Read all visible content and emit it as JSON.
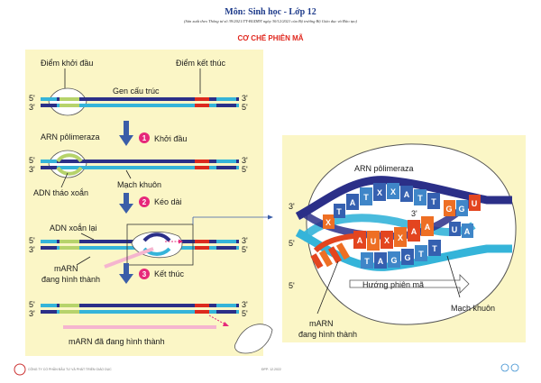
{
  "header": {
    "title": "Môn: Sinh học - Lớp 12",
    "subtitle": "(Sản xuất theo Thông tư số 39/2021/TT-BGDĐT ngày 30/12/2021 của Bộ trưởng Bộ Giáo dục và Đào tạo)",
    "section": "CƠ CHẾ PHIÊN MÃ"
  },
  "labels": {
    "start_point": "Điểm khởi đầu",
    "end_point": "Điểm kết thúc",
    "gene": "Gen cấu trúc",
    "rna_pol": "ARN pôlimeraza",
    "template": "Mạch khuôn",
    "dna_unwound": "ADN tháo xoắn",
    "dna_rewound": "ADN xoắn lại",
    "mrna_forming": [
      "mARN",
      "đang hình thành"
    ],
    "mrna_formed": "mARN đã đang hình thành"
  },
  "steps": [
    {
      "num": "1",
      "label": "Khởi đầu"
    },
    {
      "num": "2",
      "label": "Kéo dài"
    },
    {
      "num": "3",
      "label": "Kết thúc"
    }
  ],
  "strand_ends": {
    "five": "5'",
    "three": "3'"
  },
  "detail": {
    "rna_pol": "ARN pôlimeraza",
    "direction": "Hướng phiên mã",
    "template": "Mạch khuôn",
    "mrna": [
      "mARN",
      "đang hình thành"
    ],
    "top_bases": [
      "A",
      "T",
      "X",
      "X",
      "A",
      "T",
      "T"
    ],
    "mid_bases": [
      "A",
      "U",
      "X",
      "X",
      "A",
      "A"
    ],
    "bottom_bases": [
      "T",
      "A",
      "G",
      "G",
      "T",
      "T"
    ],
    "top_right_bases": [
      "G",
      "G",
      "U"
    ],
    "right_bases": [
      "U",
      "A"
    ],
    "left_bases": [
      "X",
      "T"
    ]
  },
  "footer": {
    "left": "CÔNG TY CỔ PHẦN ĐẦU TƯ VÀ PHÁT TRIỂN GIÁO DỤC",
    "center": "ĐPP: 12.2022"
  },
  "colors": {
    "panel": "#fbf6c6",
    "dna_blue": "#2b2f88",
    "dna_cyan": "#35b4d9",
    "start_green": "#b6d36b",
    "end_red": "#dc2a1e",
    "step_badge": "#e6287a",
    "mrna_pink": "#f5b5cf",
    "arrow": "#3b5ea8"
  }
}
